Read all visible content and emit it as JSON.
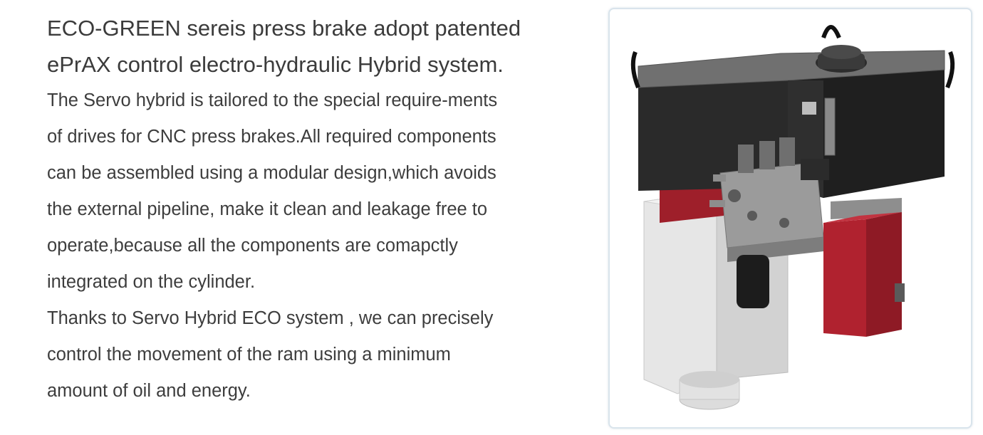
{
  "headline": {
    "lines": [
      "ECO-GREEN sereis press brake adopt patented",
      "ePrAX control electro-hydraulic Hybrid system."
    ]
  },
  "body": {
    "paragraph1_lines": [
      "The Servo hybrid  is tailored to the special require-ments",
      "of drives for CNC press brakes.All required components",
      "can be assembled using a modular design,which avoids",
      "the external pipeline, make it clean and leakage free to",
      "operate,because all the components are comapctly",
      "integrated on the cylinder."
    ],
    "paragraph2_lines": [
      "Thanks to Servo Hybrid ECO system , we can precisely",
      "control the movement of the ram using a minimum",
      "amount of oil and energy."
    ]
  },
  "figure": {
    "icon": "hydraulic-unit-illustration",
    "colors": {
      "tank": "#2b2b2b",
      "tank_top": "#6f6f6f",
      "motor": "#a3202c",
      "cylinder": "#e4e4e4",
      "valve_block": "#9a9a9a",
      "filter": "#1e1e1e",
      "frame_border": "#d9e4ec"
    }
  }
}
